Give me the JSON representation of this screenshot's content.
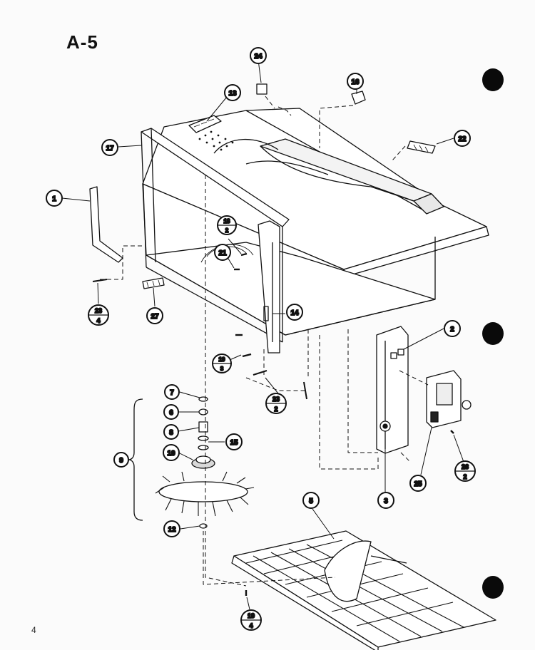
{
  "page": {
    "title": "A-5",
    "page_number": "4"
  },
  "colors": {
    "ink": "#111111",
    "paper": "#fbfbfb",
    "punch_hole": "#0a0a0a"
  },
  "callouts": [
    {
      "id": "c24",
      "label": "24"
    },
    {
      "id": "c16",
      "label": "16"
    },
    {
      "id": "c13",
      "label": "13"
    },
    {
      "id": "c22",
      "label": "22"
    },
    {
      "id": "c17",
      "label": "17"
    },
    {
      "id": "c1",
      "label": "1"
    },
    {
      "id": "c18a",
      "label": "18",
      "sub": "2"
    },
    {
      "id": "c21",
      "label": "21"
    },
    {
      "id": "c23a",
      "label": "23",
      "sub": "4"
    },
    {
      "id": "c27",
      "label": "27"
    },
    {
      "id": "c14",
      "label": "14"
    },
    {
      "id": "c2",
      "label": "2"
    },
    {
      "id": "c19a",
      "label": "19",
      "sub": "3"
    },
    {
      "id": "c23b",
      "label": "23",
      "sub": "2"
    },
    {
      "id": "c7",
      "label": "7"
    },
    {
      "id": "c6",
      "label": "6"
    },
    {
      "id": "c8",
      "label": "8"
    },
    {
      "id": "c15",
      "label": "15"
    },
    {
      "id": "c9",
      "label": "9"
    },
    {
      "id": "c10",
      "label": "10"
    },
    {
      "id": "c3",
      "label": "3"
    },
    {
      "id": "c25",
      "label": "25"
    },
    {
      "id": "c26",
      "label": "26",
      "sub": "2"
    },
    {
      "id": "c12",
      "label": "12"
    },
    {
      "id": "c5",
      "label": "5"
    },
    {
      "id": "c19b",
      "label": "19",
      "sub": "4"
    }
  ]
}
